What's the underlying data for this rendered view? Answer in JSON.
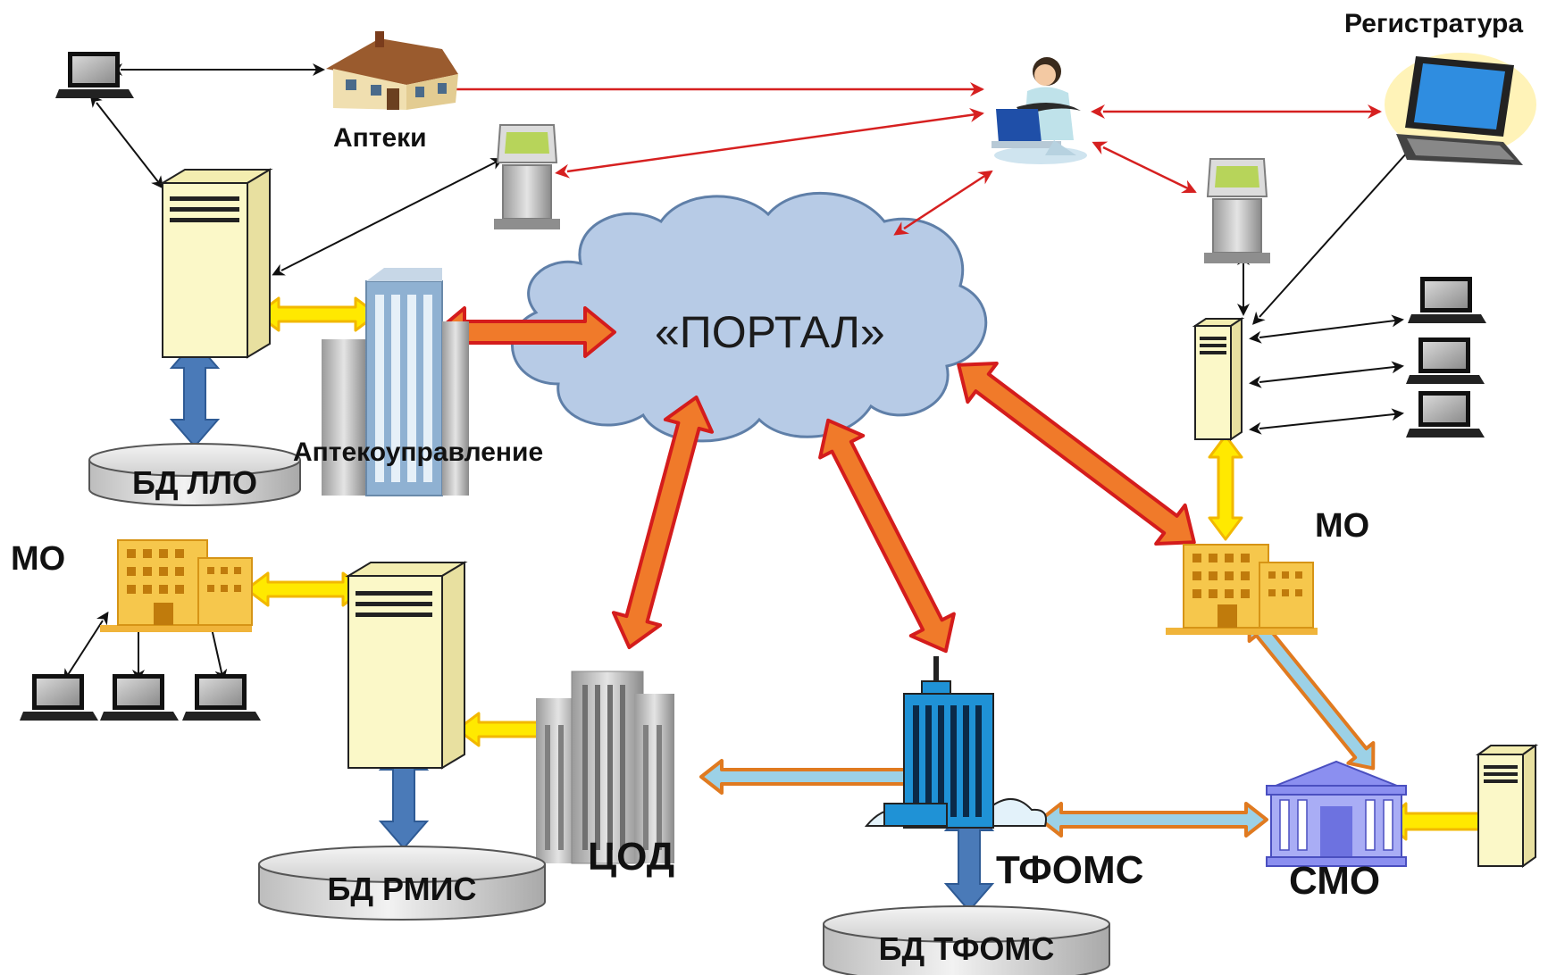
{
  "labels": {
    "registratura": "Регистратура",
    "apteki": "Аптеки",
    "aptekoupravlenie": "Аптекоуправление",
    "portal": "«ПОРТАЛ»",
    "mo_left": "МО",
    "mo_right": "МО",
    "cod": "ЦОД",
    "tfoms": "ТФОМС",
    "smo": "СМО"
  },
  "databases": {
    "bd_llo": "БД ЛЛО",
    "bd_rmis": "БД РМИС",
    "bd_tfoms": "БД ТФОМС"
  },
  "colors": {
    "orange_arrow": "#f07a2a",
    "red_outline": "#d41c1c",
    "yellow_arrow": "#ffe900",
    "blue_arrow": "#4a7ab8",
    "light_blue_arrow": "#9cd1e6",
    "server_fill": "#fbf8c8",
    "cloud_fill": "#b7cbe6",
    "red_line": "#d62020"
  },
  "icons": [
    "laptop-icon",
    "house-icon",
    "kiosk-icon",
    "server-icon",
    "office-building-icon",
    "hospital-icon",
    "skyscraper-icon",
    "classical-building-icon",
    "operator-woman-icon",
    "database-cylinder-icon",
    "cloud-icon"
  ]
}
